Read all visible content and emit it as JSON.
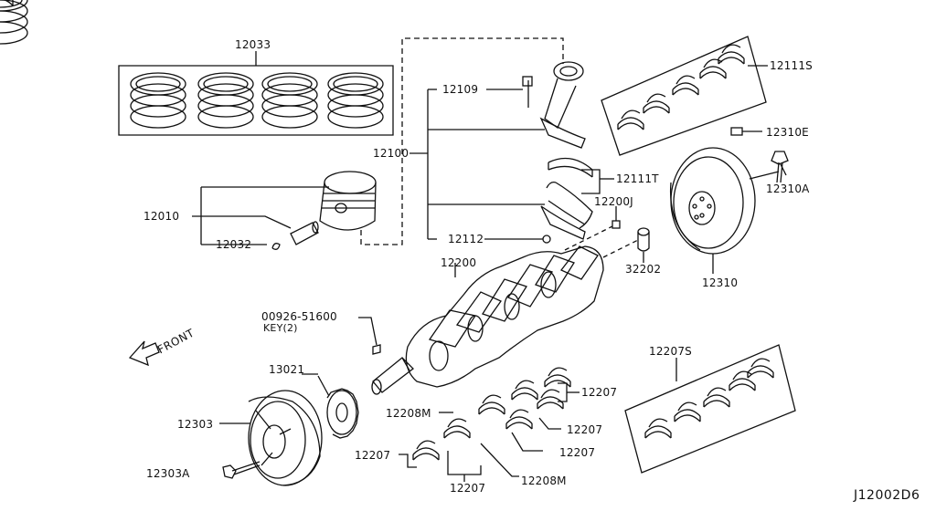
{
  "labels": {
    "p12033": "12033",
    "p12109": "12109",
    "p12111S": "12111S",
    "p12310E": "12310E",
    "p12100": "12100",
    "p12111T": "12111T",
    "p12310A": "12310A",
    "p12010": "12010",
    "p12200J": "12200J",
    "p12032": "12032",
    "p12112": "12112",
    "p32202": "32202",
    "p12200": "12200",
    "p12310": "12310",
    "p00926": "00926-51600",
    "key2": "KEY(2)",
    "front": "FRONT",
    "p13021": "13021",
    "p12207S": "12207S",
    "p12207a": "12207",
    "p12208M_top": "12208M",
    "p12207b": "12207",
    "p12303": "12303",
    "p12207c": "12207",
    "p12207d": "12207",
    "p12208M_bot": "12208M",
    "p12303A": "12303A",
    "p12207e": "12207",
    "diagram_code": "J12002D6"
  }
}
